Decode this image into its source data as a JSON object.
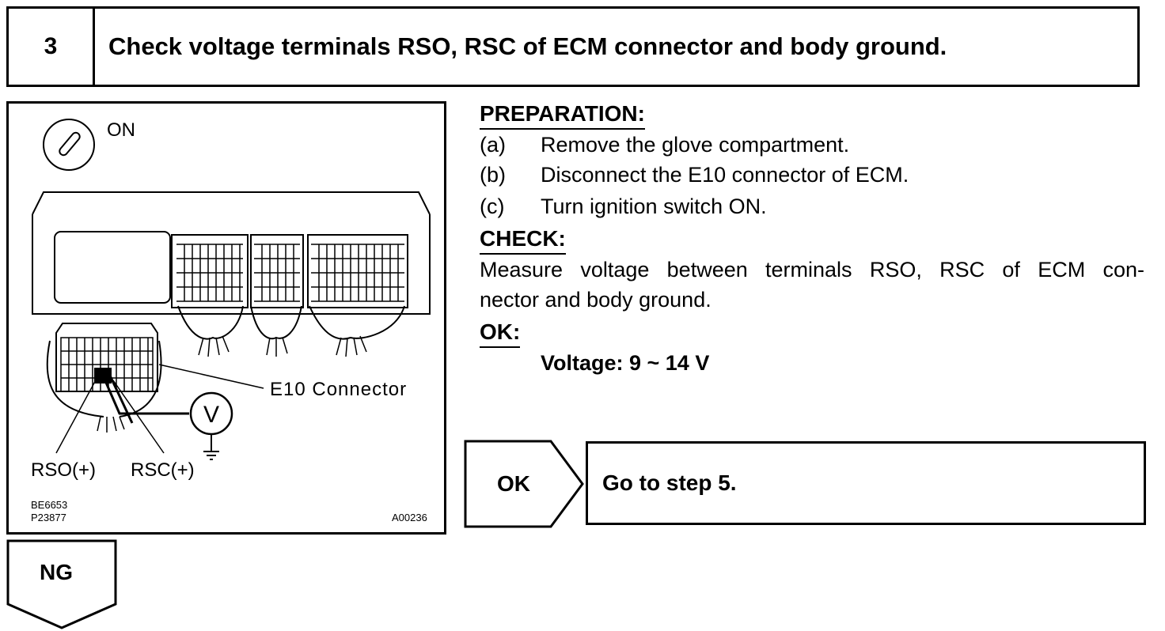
{
  "header": {
    "step_number": "3",
    "title": "Check voltage terminals RSO, RSC of ECM connector and body ground."
  },
  "figure": {
    "ignition_state": "ON",
    "connector_label": "E10 Connector",
    "terminal_rso": "RSO(+)",
    "terminal_rsc": "RSC(+)",
    "meter_symbol": "V",
    "code_1": "BE6653",
    "code_2": "P23877",
    "code_3": "A00236"
  },
  "preparation": {
    "heading": "PREPARATION:",
    "steps": [
      {
        "marker": "(a)",
        "text": "Remove the glove compartment."
      },
      {
        "marker": "(b)",
        "text": "Disconnect the E10 connector of ECM."
      },
      {
        "marker": "(c)",
        "text": "Turn ignition switch ON."
      }
    ]
  },
  "check": {
    "heading": "CHECK:",
    "line_1": "Measure voltage between terminals RSO, RSC of ECM con-",
    "line_2": "nector and body ground."
  },
  "ok_spec": {
    "heading": "OK:",
    "value": "Voltage:  9 ~ 14 V"
  },
  "result_ok": {
    "label": "OK",
    "action": "Go to step 5."
  },
  "result_ng": {
    "label": "NG"
  }
}
